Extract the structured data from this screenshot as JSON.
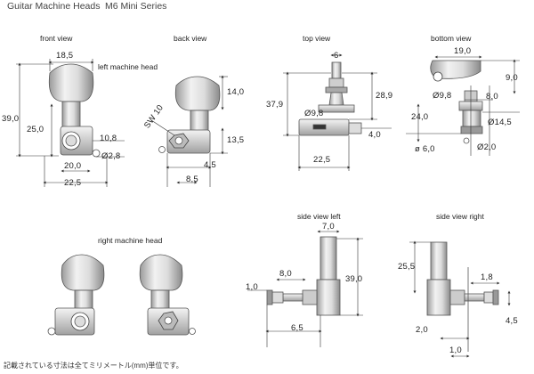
{
  "header": {
    "title": "Guitar Machine Heads",
    "series": "M6 Mini Series"
  },
  "views": {
    "front": "front view",
    "back": "back view",
    "top": "top view",
    "bottom": "bottom view",
    "left_head": "left machine head",
    "right_head": "right machine head",
    "side_left": "side view left",
    "side_right": "side view right"
  },
  "dims": {
    "front": {
      "width_button": "18,5",
      "height_total": "39,0",
      "height_post": "25,0",
      "d1": "10,8",
      "d2": "Ø2,8",
      "d3": "20,0",
      "d4": "22,5"
    },
    "back": {
      "sw": "SW 10",
      "h1": "14,0",
      "h2": "13,5",
      "w1": "4,5",
      "w2": "8,5"
    },
    "top": {
      "w_top": "6",
      "h_left": "37,9",
      "h_right": "28,9",
      "post": "Ø9,8",
      "gap": "4,0",
      "width": "22,5"
    },
    "bottom": {
      "w_top": "19,0",
      "h1": "9,0",
      "post": "Ø9,8",
      "w2": "8,0",
      "h2": "24,0",
      "nut": "Ø14,5",
      "base": "ø 6,0",
      "hole": "Ø2,0"
    },
    "side_left": {
      "top": "7,0",
      "w": "8,0",
      "h": "39,0",
      "shaft": "1,0",
      "base": "6,5"
    },
    "side_right": {
      "h": "25,5",
      "w": "1,8",
      "shaft": "4,5",
      "base": "2,0",
      "bottom": "1,0"
    }
  },
  "footer_note": "記載されている寸法は全てミリメートル(mm)単位です。"
}
